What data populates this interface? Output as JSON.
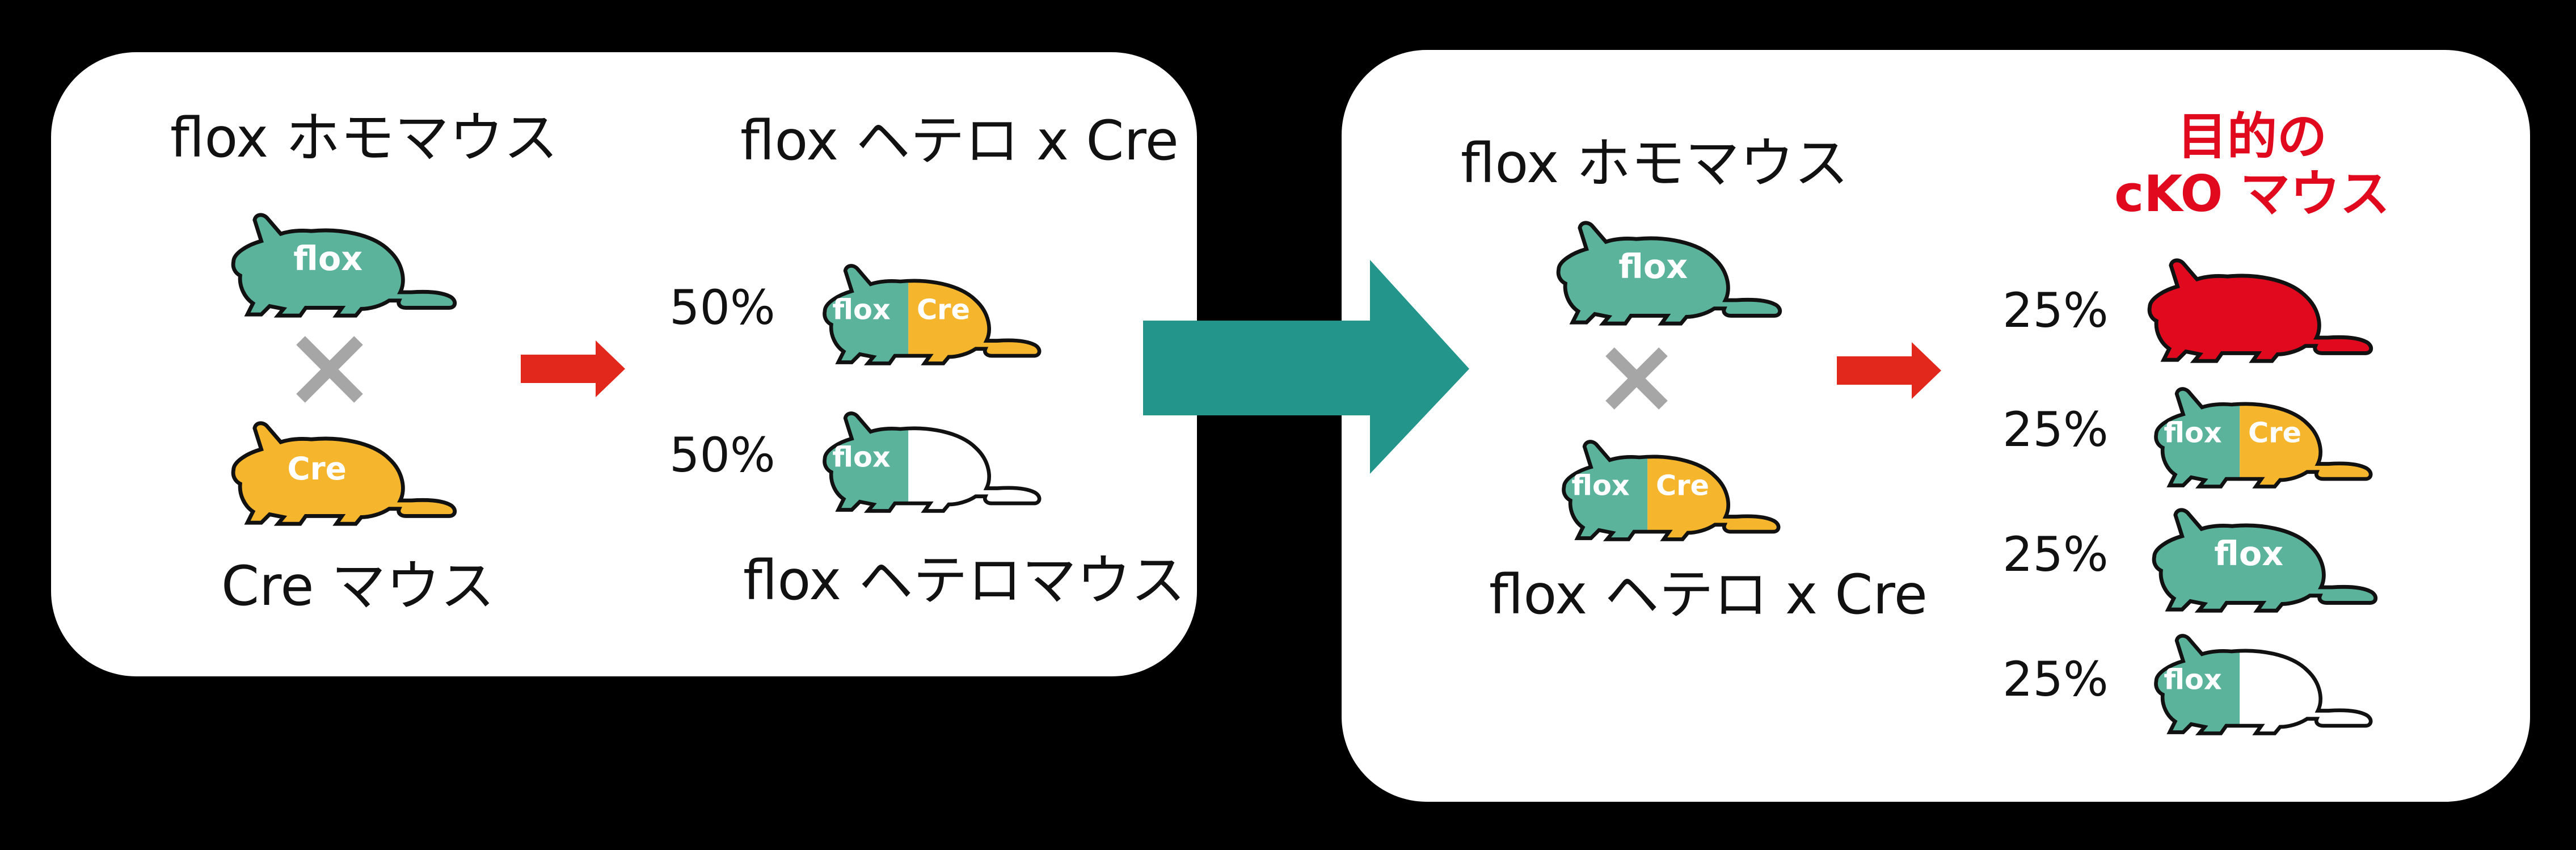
{
  "panel1": {
    "parent1_label": "flox ホモマウス",
    "parent2_label": "Cre マウス",
    "child1_label": "flox ヘテロ x Cre",
    "child2_label": "flox ヘテロマウス",
    "child1_pct": "50%",
    "child2_pct": "50%"
  },
  "panel2": {
    "parent1_label": "flox ホモマウス",
    "parent2_label": "flox ヘテロ x Cre",
    "target_label_line1": "目的の",
    "target_label_line2": "cKO マウス",
    "pcts": [
      "25%",
      "25%",
      "25%",
      "25%"
    ]
  },
  "mouse_tags": {
    "flox": "flox",
    "cre": "Cre"
  },
  "colors": {
    "background": "#000000",
    "panel": "#ffffff",
    "flox_green": "#5bb39c",
    "cre_orange": "#f5b62d",
    "cko_red": "#e0091e",
    "arrow_red": "#e2281d",
    "big_arrow_teal": "#23958b",
    "cross_gray": "#a6a6a6"
  }
}
